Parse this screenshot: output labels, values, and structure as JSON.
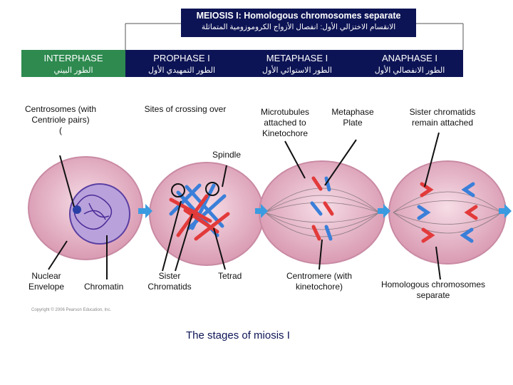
{
  "header": {
    "title": "MEIOSIS I: Homologous chromosomes separate",
    "subtitle_ar": "الانقسام الاختزالي الأول: انفصال الأزواج الكروموزومية المتماثلة"
  },
  "stages": {
    "interphase": {
      "en": "INTERPHASE",
      "ar": "الطور البيني"
    },
    "prophase": {
      "en": "PROPHASE I",
      "ar": "الطور التمهيدي الأول"
    },
    "metaphase": {
      "en": "METAPHASE I",
      "ar": "الطور الاستوائي الأول"
    },
    "anaphase": {
      "en": "ANAPHASE I",
      "ar": "الطور الانفصالي الأول"
    }
  },
  "labels": {
    "centrosomes": "Centrosomes (with Centriole pairs)",
    "centrosomes_paren": "(",
    "crossing": "Sites of crossing over",
    "microtubules": "Microtubules attached to Kinetochore",
    "metaphase_plate": "Metaphase Plate",
    "sister_attached": "Sister chromatids remain attached",
    "spindle": "Spindle",
    "nuclear_envelope": "Nuclear Envelope",
    "chromatin": "Chromatin",
    "sister_chromatids": "Sister Chromatids",
    "tetrad": "Tetrad",
    "centromere": "Centromere (with kinetochore)",
    "homologous": "Homologous chromosomes separate"
  },
  "caption": "The stages of miosis I",
  "copyright": "Copyright © 2006 Pearson Education, Inc.",
  "colors": {
    "navy": "#0d1455",
    "green": "#2e8a4f",
    "cell": "#e9b7c9",
    "arrow": "#3a9be0",
    "red_chromosome": "#e23a3a",
    "blue_chromosome": "#3a7fd9",
    "nucleus": "#6a4bb0"
  }
}
